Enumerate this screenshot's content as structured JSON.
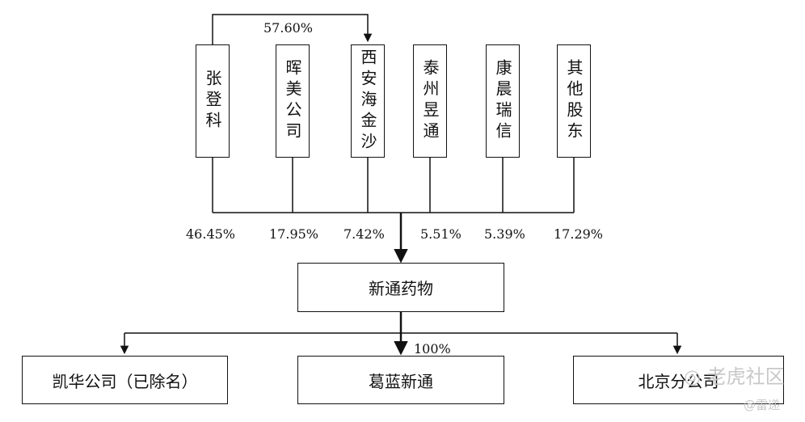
{
  "shareholders": [
    {
      "name": "张登科",
      "pct": "46.45%"
    },
    {
      "name": "晖美公司",
      "pct": "17.95%"
    },
    {
      "name": "西安海金沙",
      "pct": "7.42%"
    },
    {
      "name": "泰州昱通",
      "pct": "5.51%"
    },
    {
      "name": "康晨瑞信",
      "pct": "5.39%"
    },
    {
      "name": "其他股东",
      "pct": "17.29%"
    }
  ],
  "top_link_pct": "57.60%",
  "company": "新通药物",
  "sub_pct": "100%",
  "subsidiaries": [
    "凯华公司（已除名）",
    "葛蓝新通",
    "北京分公司"
  ],
  "watermark": {
    "brand": "老虎社区",
    "handle": "@雷递"
  }
}
